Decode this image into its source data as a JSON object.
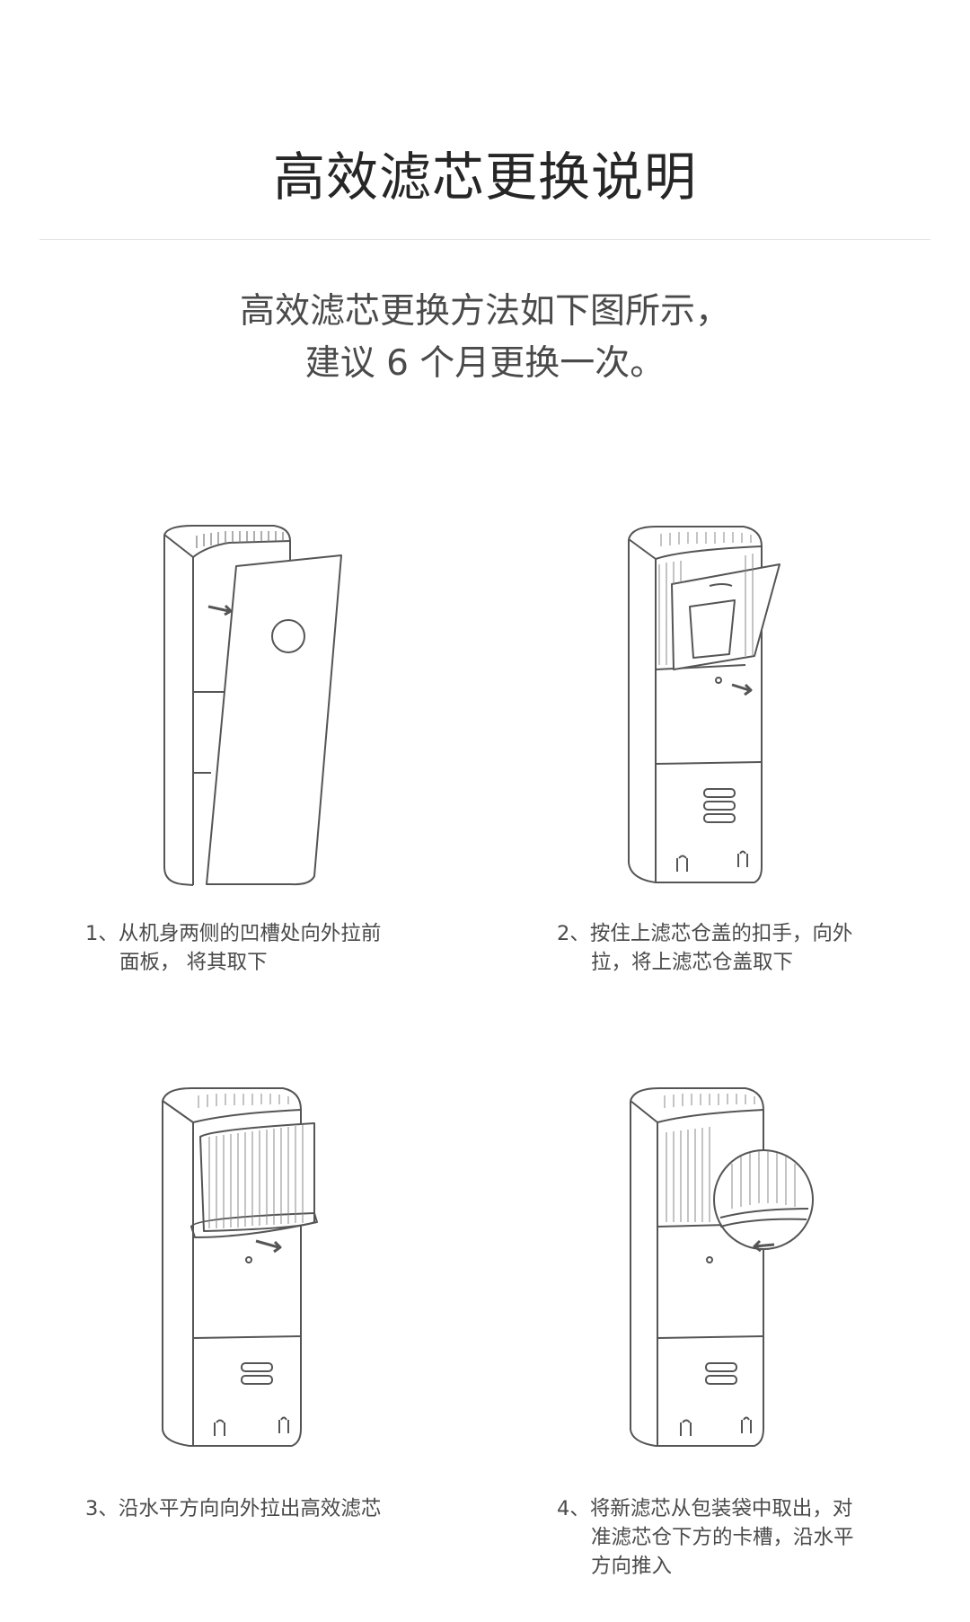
{
  "title": "高效滤芯更换说明",
  "intro": {
    "line1": "高效滤芯更换方法如下图所示，",
    "line2": "建议 6 个月更换一次。"
  },
  "steps": [
    {
      "line1": "1、从机身两侧的凹槽处向外拉前",
      "line2": "面板， 将其取下",
      "line3": ""
    },
    {
      "line1": "2、按住上滤芯仓盖的扣手，向外",
      "line2": "拉，将上滤芯仓盖取下",
      "line3": ""
    },
    {
      "line1": "3、沿水平方向向外拉出高效滤芯",
      "line2": "",
      "line3": ""
    },
    {
      "line1": "4、将新滤芯从包装袋中取出，对",
      "line2": "准滤芯仓下方的卡槽，沿水平",
      "line3": "方向推入"
    }
  ]
}
